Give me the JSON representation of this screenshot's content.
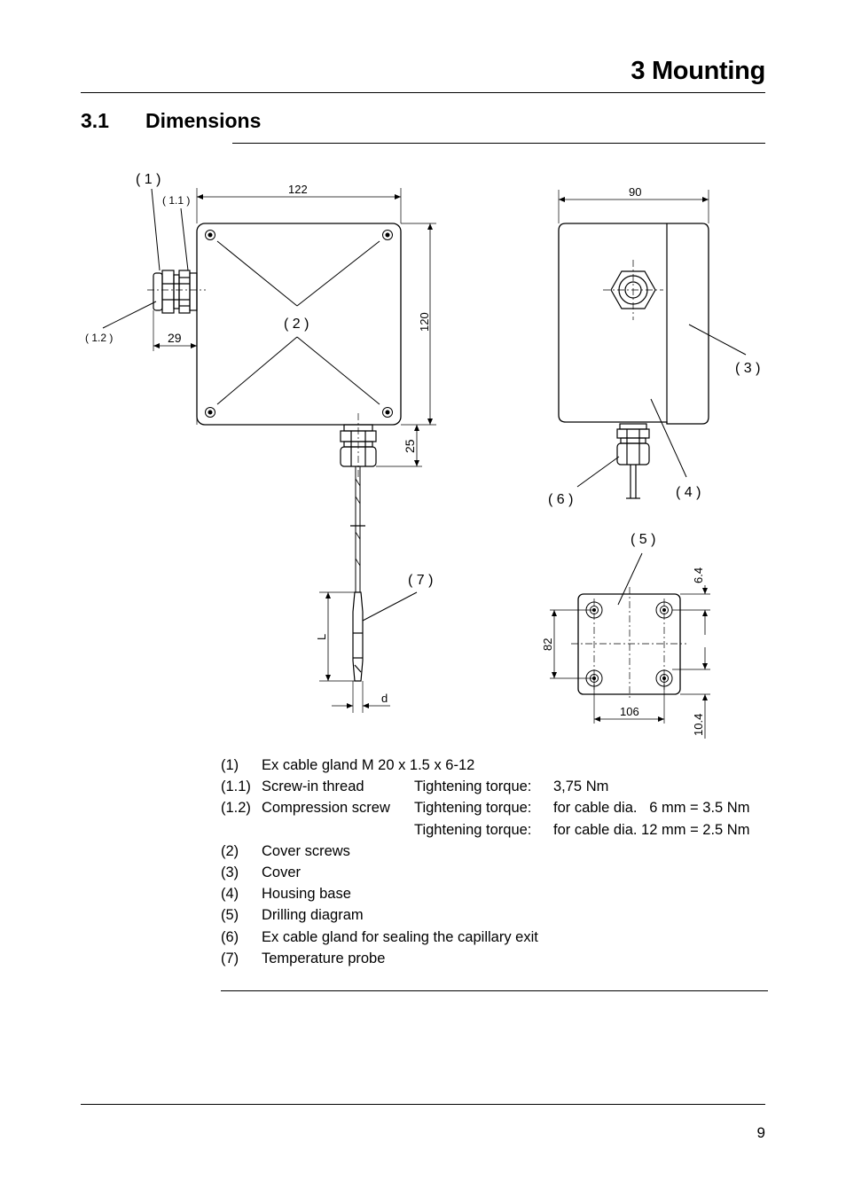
{
  "header": {
    "chapter_title": "3 Mounting"
  },
  "section": {
    "number": "3.1",
    "title": "Dimensions"
  },
  "drawing": {
    "front": {
      "callout_1": "( 1 )",
      "callout_1_1": "( 1.1 )",
      "callout_1_2": "( 1.2 )",
      "callout_2": "( 2 )",
      "callout_7": "( 7 )",
      "dim_width": "122",
      "dim_height": "120",
      "dim_gland": "29",
      "dim_bottom_gland": "25",
      "dim_L": "L",
      "dim_d": "d"
    },
    "side": {
      "callout_3": "( 3 )",
      "callout_4": "( 4 )",
      "callout_6": "( 6 )",
      "dim_width": "90"
    },
    "drilling": {
      "callout_5": "( 5 )",
      "dim_top": "6.4",
      "dim_height": "82",
      "dim_width": "106",
      "dim_bottom": "10.4"
    }
  },
  "legend": [
    {
      "num": "(1)",
      "text": "Ex cable gland M 20 x 1.5 x 6-12",
      "label": "",
      "value": ""
    },
    {
      "num": "(1.1)",
      "text": "Screw-in thread",
      "label": "Tightening torque:",
      "value": "3,75 Nm"
    },
    {
      "num": "(1.2)",
      "text": "Compression screw",
      "label": "Tightening torque:",
      "value": "for cable dia.   6 mm = 3.5 Nm"
    },
    {
      "num": "",
      "text": "",
      "label": "Tightening torque:",
      "value": "for cable dia. 12 mm = 2.5 Nm"
    },
    {
      "num": "(2)",
      "text": "Cover screws",
      "label": "",
      "value": ""
    },
    {
      "num": "(3)",
      "text": "Cover",
      "label": "",
      "value": ""
    },
    {
      "num": "(4)",
      "text": "Housing base",
      "label": "",
      "value": ""
    },
    {
      "num": "(5)",
      "text": "Drilling diagram",
      "label": "",
      "value": ""
    },
    {
      "num": "(6)",
      "text": "Ex cable gland for sealing the capillary exit",
      "label": "",
      "value": ""
    },
    {
      "num": "(7)",
      "text": "Temperature probe",
      "label": "",
      "value": ""
    }
  ],
  "footer": {
    "page_number": "9"
  }
}
